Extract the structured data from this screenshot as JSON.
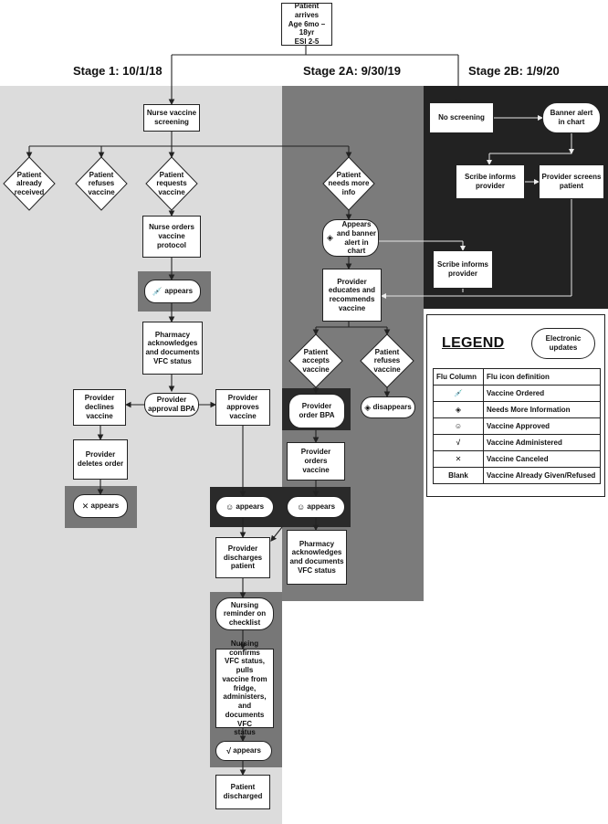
{
  "start": {
    "label": "Patient arrives\nAge 6mo – 18yr\nESI 2-5"
  },
  "stages": {
    "stage1": "Stage 1: 10/1/18",
    "stage2a": "Stage 2A: 9/30/19",
    "stage2b": "Stage 2B: 1/9/20"
  },
  "stage1": {
    "nurse_screening": "Nurse vaccine\nscreening",
    "already_received": "Patient\nalready\nreceived",
    "refuses": "Patient\nrefuses\nvaccine",
    "requests": "Patient\nrequests\nvaccine",
    "nurse_orders": "Nurse orders\nvaccine protocol",
    "syringe_appears": "appears",
    "pharmacy": "Pharmacy\nacknowledges\nand documents\nVFC status",
    "approval_bpa": "Provider\napproval BPA",
    "declines": "Provider\ndeclines\nvaccine",
    "approves": "Provider\napproves\nvaccine",
    "deletes": "Provider\ndeletes order",
    "x_appears": "appears",
    "smile_appears": "appears",
    "discharges": "Provider\ndischarges\npatient",
    "reminder": "Nursing\nreminder on\nchecklist",
    "confirms": "Nursing confirms\nVFC status, pulls\nvaccine from\nfridge,\nadministers, and\ndocuments VFC\nstatus",
    "check_appears": "appears",
    "discharged": "Patient\ndischarged"
  },
  "stage2a": {
    "needs_info": "Patient\nneeds more\ninfo",
    "appears_banner": "Appears\nand banner\nalert in chart",
    "scribe": "Scribe informs\nprovider",
    "educates": "Provider\neducates and\nrecommends\nvaccine",
    "accepts": "Patient\naccepts\nvaccine",
    "refuses": "Patient\nrefuses\nvaccine",
    "disappears": "disappears",
    "order_bpa": "Provider\norder BPA",
    "orders": "Provider orders\nvaccine",
    "smile_appears": "appears",
    "pharmacy": "Pharmacy\nacknowledges\nand documents\nVFC status"
  },
  "stage2b": {
    "no_screening": "No screening",
    "banner": "Banner alert\nin chart",
    "scribe": "Scribe informs\nprovider",
    "screens": "Provider screens\npatient"
  },
  "legend": {
    "title": "LEGEND",
    "electronic": "Electronic\nupdates",
    "headers": [
      "Flu Column",
      "Flu icon definition"
    ],
    "rows": [
      {
        "icon": "syringe-icon",
        "glyph": "💉",
        "text": "Vaccine Ordered"
      },
      {
        "icon": "diamond-question-icon",
        "glyph": "◈",
        "text": "Needs More Information"
      },
      {
        "icon": "smiley-icon",
        "glyph": "☺",
        "text": "Vaccine Approved"
      },
      {
        "icon": "check-icon",
        "glyph": "√",
        "text": "Vaccine Administered"
      },
      {
        "icon": "x-icon",
        "glyph": "✕",
        "text": "Vaccine Canceled"
      },
      {
        "icon": "blank",
        "glyph": "Blank",
        "text": "Vaccine Already Given/Refused"
      }
    ]
  },
  "colors": {
    "stage1_bg": "#dcdcdc",
    "stage2a_bg": "#7b7b7b",
    "stage2b_bg": "#222222",
    "electronic_band_mid": "#777777",
    "electronic_band_dark": "#2a2a2a"
  }
}
